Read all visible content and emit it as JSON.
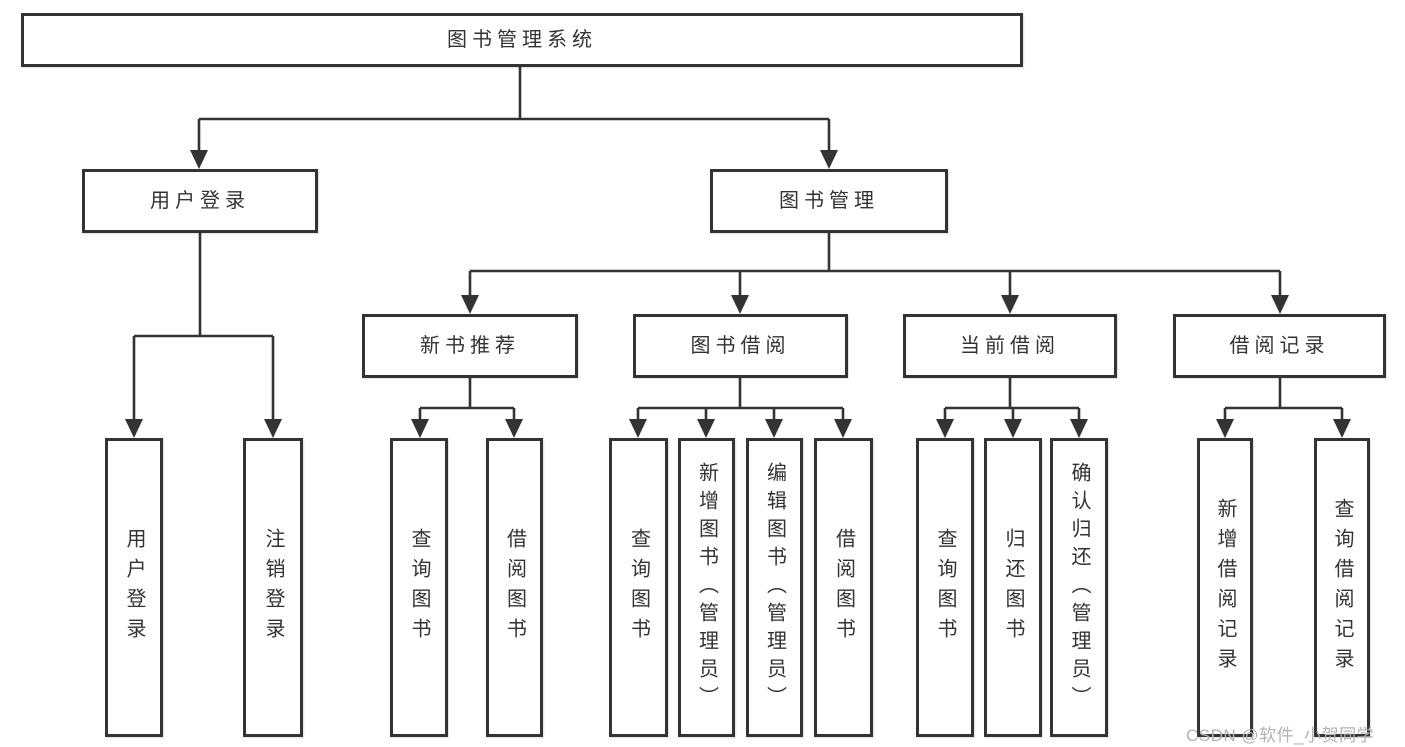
{
  "tree": {
    "label": "图书管理系统",
    "children": [
      {
        "label": "用户登录",
        "children": [
          {
            "label": "用户登录"
          },
          {
            "label": "注销登录"
          }
        ]
      },
      {
        "label": "图书管理",
        "children": [
          {
            "label": "新书推荐",
            "children": [
              {
                "label": "查询图书"
              },
              {
                "label": "借阅图书"
              }
            ]
          },
          {
            "label": "图书借阅",
            "children": [
              {
                "label": "查询图书"
              },
              {
                "label": "新增图书（管理员）"
              },
              {
                "label": "编辑图书（管理员）"
              },
              {
                "label": "借阅图书"
              }
            ]
          },
          {
            "label": "当前借阅",
            "children": [
              {
                "label": "查询图书"
              },
              {
                "label": "归还图书"
              },
              {
                "label": "确认归还（管理员）"
              }
            ]
          },
          {
            "label": "借阅记录",
            "children": [
              {
                "label": "新增借阅记录"
              },
              {
                "label": "查询借阅记录"
              }
            ]
          }
        ]
      }
    ]
  },
  "watermark": "CSDN @软件_小贺同学",
  "colors": {
    "line": "#333333",
    "box_border": "#333333",
    "text": "#333333",
    "watermark": "#b1b3b6",
    "background": "#ffffff"
  }
}
